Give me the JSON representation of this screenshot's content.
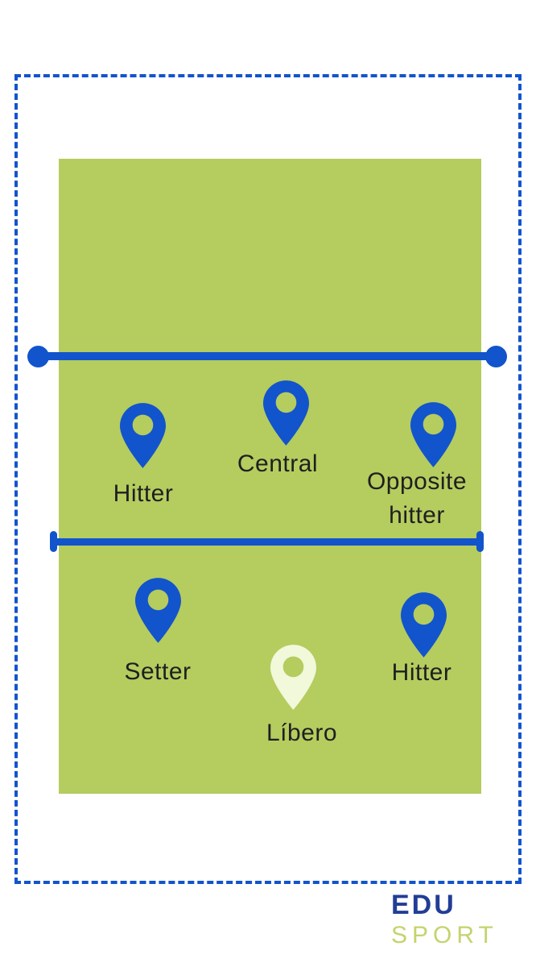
{
  "colors": {
    "accent_blue": "#1254cc",
    "court_green": "#b5cc5f",
    "libero_cream": "#f2f8da",
    "label_text": "#1f1f1f",
    "logo_navy": "#223d96",
    "logo_green": "#c5d36e"
  },
  "positions": [
    {
      "label": "Hitter",
      "row": "front",
      "pin": "blue"
    },
    {
      "label": "Central",
      "row": "front",
      "pin": "blue"
    },
    {
      "label": "Opposite hitter",
      "row": "front",
      "pin": "blue"
    },
    {
      "label": "Setter",
      "row": "back",
      "pin": "blue"
    },
    {
      "label": "Líbero",
      "row": "back",
      "pin": "cream"
    },
    {
      "label": "Hitter",
      "row": "back",
      "pin": "blue"
    }
  ],
  "logo": {
    "line1": "EDU",
    "line2": "SPORT"
  }
}
